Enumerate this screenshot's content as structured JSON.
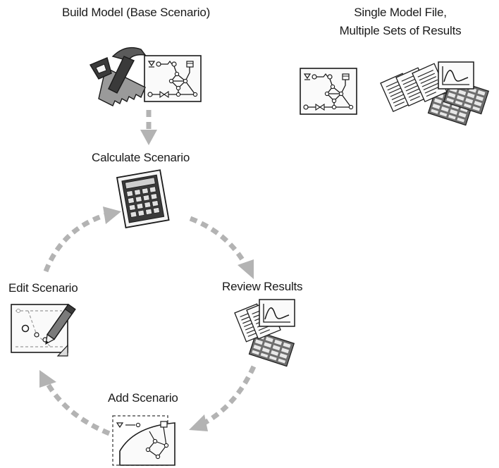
{
  "labels": {
    "build_model": "Build Model (Base Scenario)",
    "single_file_line1": "Single Model File,",
    "single_file_line2": "Multiple Sets of Results",
    "calculate": "Calculate Scenario",
    "review": "Review Results",
    "edit": "Edit Scenario",
    "add": "Add Scenario"
  },
  "icons": {
    "build": "hammer-saw-model-icon",
    "calculate": "calculator-icon",
    "review": "results-documents-icon",
    "edit": "edit-model-pencil-icon",
    "add": "add-scenario-model-icon",
    "single_model": "network-model-icon",
    "multiple_results": "multiple-results-icon"
  },
  "colors": {
    "arrow": "#b3b3b3",
    "ink": "#1a1a1a",
    "icon_fill_light": "#f4f4f4",
    "icon_fill_mid": "#7a7a7a",
    "icon_fill_dark": "#3a3a3a"
  }
}
